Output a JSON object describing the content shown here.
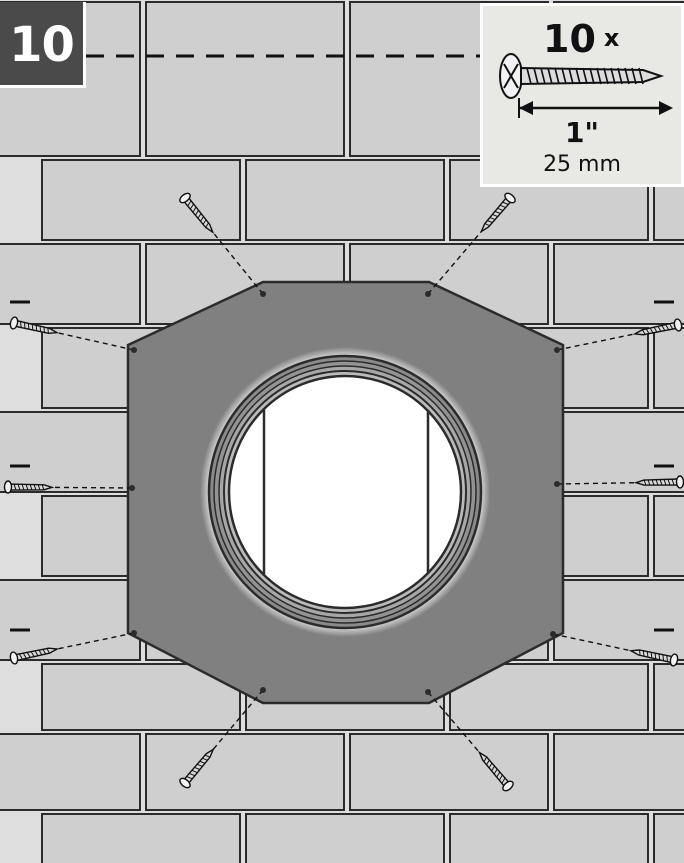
{
  "step": {
    "number": "10"
  },
  "spec": {
    "quantity": "10",
    "multiplier": "x",
    "length_in": "1\"",
    "length_mm": "25 mm",
    "icon": "screw-icon"
  },
  "colors": {
    "shingle": "#cfcfcf",
    "wall": "#dedede",
    "flange": "#808080",
    "outline": "#2b2b2b",
    "badge": "#4a4a4a",
    "spec_box": "#e8e8e4"
  },
  "fastener_count": 10
}
